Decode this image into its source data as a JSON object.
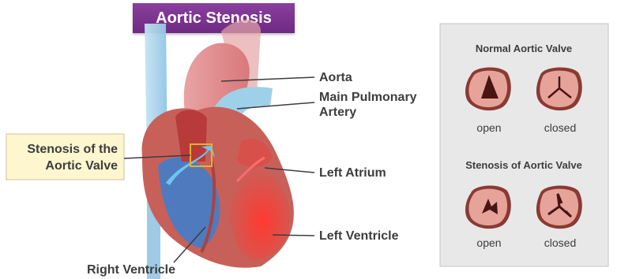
{
  "title": "Aortic Stenosis",
  "heart_labels": {
    "aorta": "Aorta",
    "pulmonary_line1": "Main Pulmonary",
    "pulmonary_line2": "Artery",
    "left_atrium": "Left Atrium",
    "left_ventricle": "Left Ventricle",
    "right_ventricle": "Right Ventricle"
  },
  "callout": {
    "line1": "Stenosis of the",
    "line2": "Aortic Valve"
  },
  "panel": {
    "normal_title": "Normal Aortic Valve",
    "stenosis_title": "Stenosis of Aortic Valve",
    "normal_open": "open",
    "normal_closed": "closed",
    "stenosis_open": "open",
    "stenosis_closed": "closed"
  },
  "colors": {
    "title_banner": "#7a3590",
    "callout_bg": "#fdf6cf",
    "panel_bg": "#e8e8e8",
    "heart_tissue": "#c8605a",
    "oxygen_rich": "#e8453c",
    "oxygen_poor": "#3b8fd6"
  }
}
